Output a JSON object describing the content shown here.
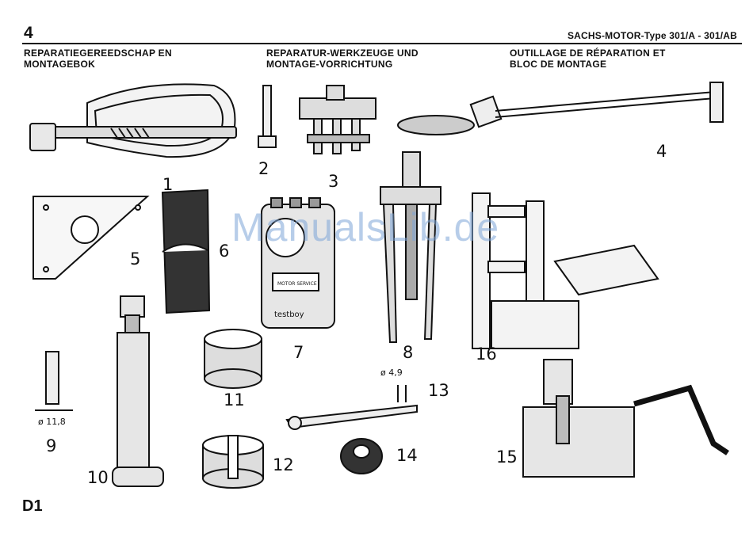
{
  "header": {
    "page_number": "4",
    "title": "SACHS-MOTOR-Type 301/A - 301/AB"
  },
  "columns": [
    {
      "line1": "REPARATIEGEREEDSCHAP EN",
      "line2": "MONTAGEBOK"
    },
    {
      "line1": "REPARATUR-WERKZEUGE UND",
      "line2": "MONTAGE-VORRICHTUNG"
    },
    {
      "line1": "OUTILLAGE DE RÉPARATION ET",
      "line2": "BLOC DE MONTAGE"
    }
  ],
  "items": {
    "n1": "1",
    "n2": "2",
    "n3": "3",
    "n4": "4",
    "n5": "5",
    "n6": "6",
    "n7": "7",
    "n8": "8",
    "n9": "9",
    "n10": "10",
    "n11": "11",
    "n12": "12",
    "n13": "13",
    "n14": "14",
    "n15": "15",
    "n16": "16"
  },
  "dimensions": {
    "d9": "ø 11,8",
    "d13": "ø 4,9"
  },
  "device_labels": {
    "brand": "MOTOR SERVICE",
    "testboy": "testboy"
  },
  "footer": {
    "label": "D1"
  },
  "watermark": "ManualsLib.de"
}
